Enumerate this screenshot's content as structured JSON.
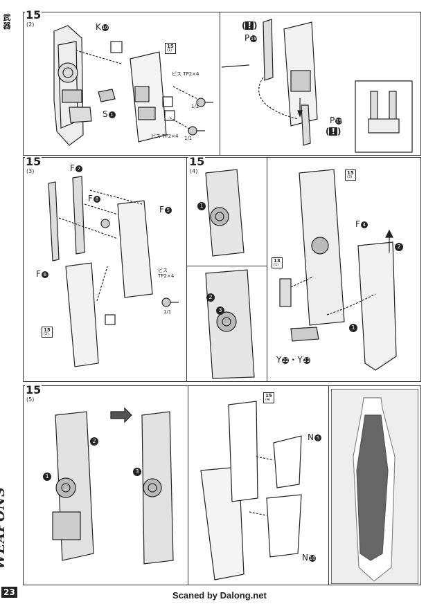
{
  "section_header": "武器",
  "side_title": "WEAPONS",
  "page_number": "23",
  "footer": "Scaned by Dalong.net",
  "steps": {
    "s1": {
      "number": "15",
      "sub": "(2)",
      "parts": {
        "k": "K",
        "k_n": "10",
        "s": "S",
        "s_n": "1",
        "ref": "15",
        "ref_sub": "(1)"
      },
      "screw1": "ビス TP2×4",
      "ratio1": "1/1",
      "screw2": "ビス TP2×4",
      "ratio2": "1/1"
    },
    "s1b": {
      "p_top": "P",
      "p_top_n": "19",
      "p_bot": "P",
      "p_bot_n": "19",
      "warn": "!"
    },
    "s3": {
      "number": "15",
      "sub": "(3)",
      "parts": {
        "f7": "F",
        "f7_n": "7",
        "f8": "F",
        "f8_n": "8",
        "f5": "F",
        "f5_n": "5",
        "f6": "F",
        "f6_n": "6"
      },
      "screw": "ビス TP2×4",
      "ratio": "1/1",
      "ref": "15",
      "ref_sub": "(2)"
    },
    "s4": {
      "number": "15",
      "sub": "(4)",
      "ref15": "15",
      "ref15_sub": "(3)",
      "ref13": "13",
      "ref13_sub": "(1)",
      "f4": "F",
      "f4_n": "4",
      "y": "Y",
      "y_n1": "22",
      "y_sep": "・",
      "y2": "Y",
      "y_n2": "23",
      "n1": "1",
      "n2": "2",
      "n3": "3"
    },
    "s5": {
      "number": "15",
      "sub": "(5)",
      "ref": "15",
      "ref_sub": "(4)",
      "n5": "N",
      "n5_n": "5",
      "n10": "N",
      "n10_n": "10",
      "n1": "1",
      "n2": "2",
      "n3": "3"
    }
  }
}
